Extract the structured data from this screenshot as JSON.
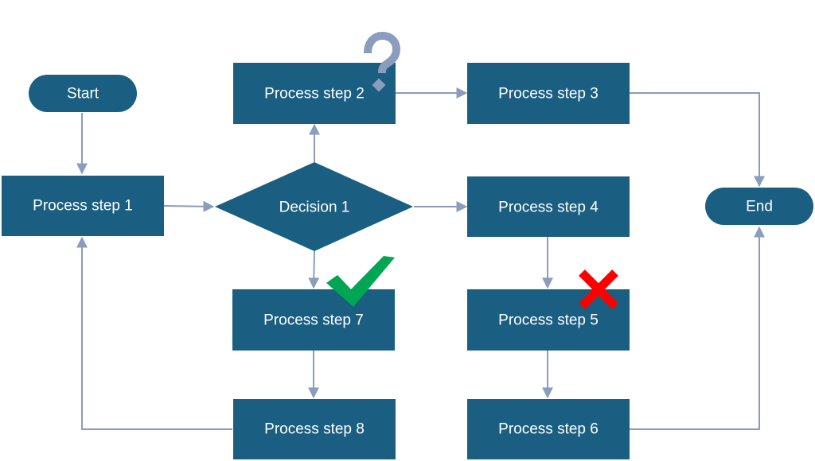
{
  "colors": {
    "node_fill": "#1a5e82",
    "connector": "#8a9dbd",
    "question_mark": "#8a9dbd",
    "check": "#00a651",
    "cross": "#ff0000"
  },
  "nodes": {
    "start": "Start",
    "end": "End",
    "step1": "Process step 1",
    "step2": "Process step 2",
    "step3": "Process step 3",
    "step4": "Process step 4",
    "step5": "Process step 5",
    "step6": "Process step 6",
    "step7": "Process step 7",
    "step8": "Process step 8",
    "decision1": "Decision 1"
  },
  "markers": {
    "question": "question-mark-icon",
    "check": "checkmark-icon",
    "cross": "cross-icon"
  },
  "edges": [
    [
      "start",
      "step1"
    ],
    [
      "step1",
      "decision1"
    ],
    [
      "decision1",
      "step2"
    ],
    [
      "decision1",
      "step4"
    ],
    [
      "decision1",
      "step7"
    ],
    [
      "step2",
      "step3"
    ],
    [
      "step3",
      "end"
    ],
    [
      "step4",
      "step5"
    ],
    [
      "step5",
      "step6"
    ],
    [
      "step6",
      "end"
    ],
    [
      "step7",
      "step8"
    ],
    [
      "step8",
      "step1"
    ]
  ]
}
